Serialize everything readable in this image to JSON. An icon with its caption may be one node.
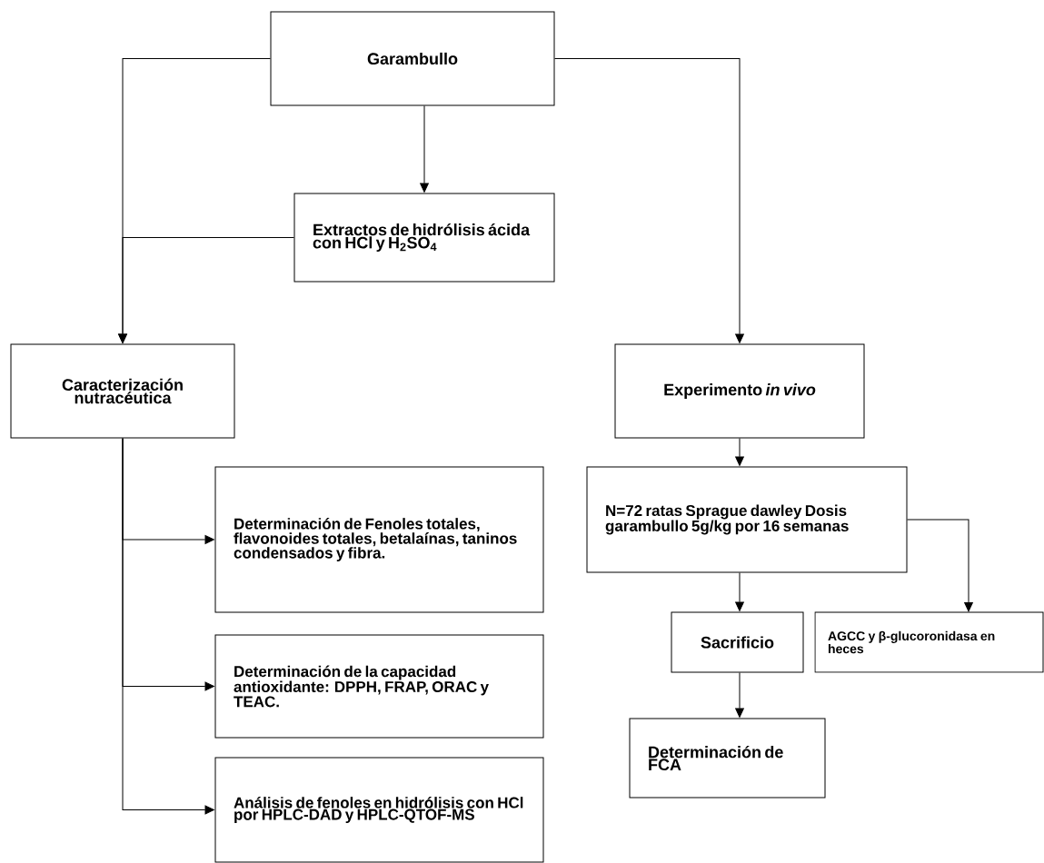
{
  "diagram": {
    "nodes": [
      {
        "text": [
          "Garambullo"
        ]
      },
      {
        "text": [
          "Extractos de hidrólisis ácida con HCl y H$_{2}$SO$_{4}$"
        ]
      },
      {
        "text": [
          "Caracterización nutracéutica"
        ]
      },
      {
        "text": [
          "Experimento *in vivo*"
        ]
      },
      {
        "text": [
          "Determinación de Fenoles totales, flavonoides totales, betalaínas, taninos condensados y fibra."
        ]
      },
      {
        "text": [
          "Determinación de la capacidad antioxidante: DPPH, FRAP, ORAC y TEAC."
        ]
      },
      {
        "text": [
          "Análisis de fenoles en hidrólisis con HCl por HPLC-DAD y HPLC-QTOF-MS"
        ]
      },
      {
        "text": [
          "N=72 ratas Sprague dawley Dosis garambullo 5g/kg por 16 semanas"
        ]
      },
      {
        "text": [
          "Sacrificio"
        ]
      },
      {
        "text": [
          "AGCC y β-glucoronidasa en heces"
        ]
      },
      {
        "text": [
          "Determinación de FCA"
        ]
      }
    ],
    "edges": [
      {
        "from": 0,
        "to": 1,
        "arrow": "to"
      },
      {
        "from": 0,
        "to": 2,
        "arrow": "to"
      },
      {
        "from": 1,
        "to": 2,
        "arrow": "to"
      },
      {
        "from": 0,
        "to": 3,
        "arrow": "to"
      },
      {
        "from": 2,
        "to": 4,
        "arrow": "to"
      },
      {
        "from": 2,
        "to": 5,
        "arrow": "to"
      },
      {
        "from": 2,
        "to": 6,
        "arrow": "to"
      },
      {
        "from": 3,
        "to": 7,
        "arrow": "to"
      },
      {
        "from": 7,
        "to": 8,
        "arrow": "to"
      },
      {
        "from": 7,
        "to": 9,
        "arrow": "to"
      },
      {
        "from": 8,
        "to": 10,
        "arrow": "to"
      }
    ]
  }
}
